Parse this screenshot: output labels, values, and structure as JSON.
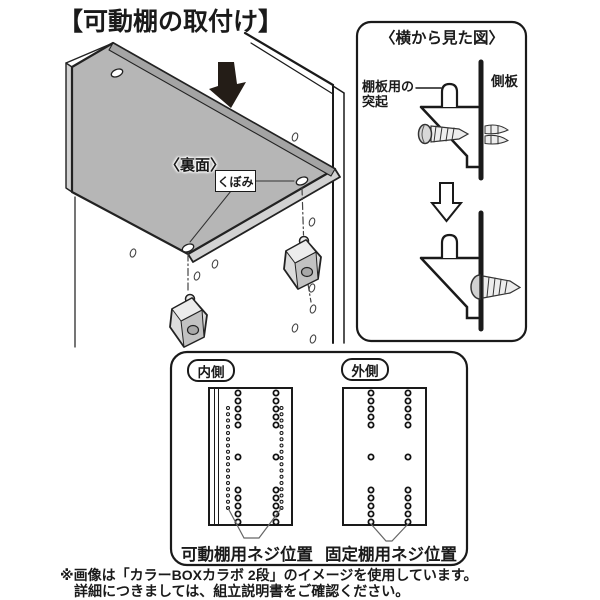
{
  "title": "【可動棚の取付け】",
  "main_diagram": {
    "back_face_label": "〈裏面〉",
    "dimple_label": "くぼみ"
  },
  "side_view": {
    "title": "〈横から見た図〉",
    "peg_label_line1": "棚板用の",
    "peg_label_line2": "突起",
    "side_panel_label": "側板"
  },
  "screw_positions": {
    "inner_label": "内側",
    "outer_label": "外側",
    "movable_label": "可動棚用ネジ位置",
    "fixed_label": "固定棚用ネジ位置"
  },
  "footer": {
    "line1": "※画像は「カラーBOXカラボ 2段」のイメージを使用しています。",
    "line2": "詳細につきましては、組立説明書をご確認ください。"
  },
  "colors": {
    "line": "#1a1a1a",
    "shelf_face": "#b6b6b6",
    "shelf_edge_dark": "#a4a4a4",
    "shelf_edge_light": "#d2d2d2",
    "arrow_fill": "#241d17",
    "background": "#ffffff"
  }
}
